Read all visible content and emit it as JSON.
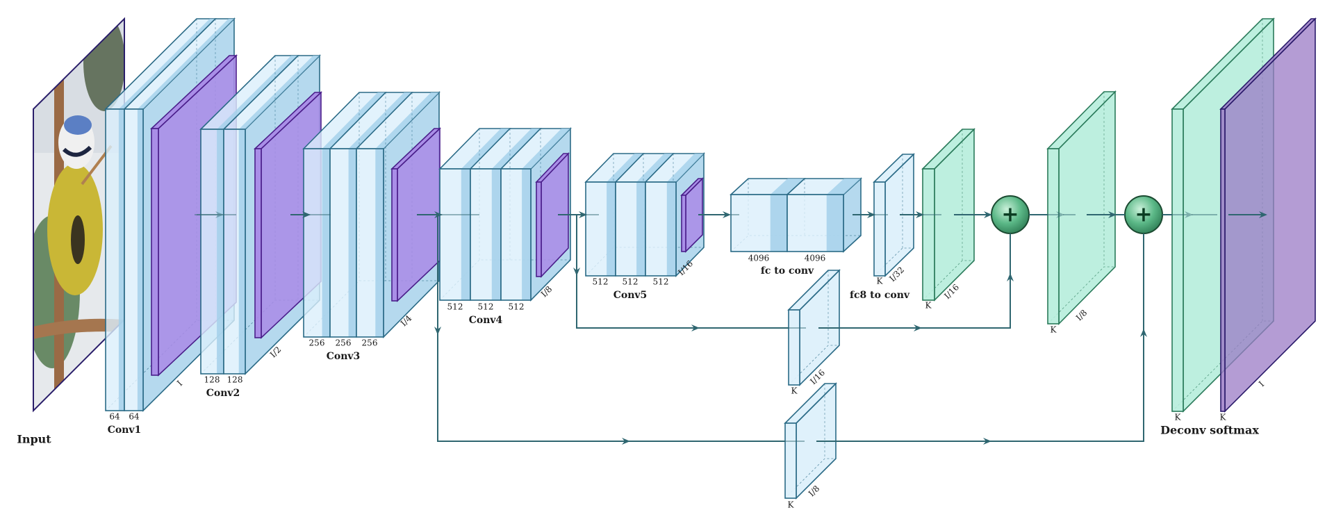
{
  "title": "FCN-8s style encoder-decoder architecture",
  "colors": {
    "block_fill_light": "#dbeffb",
    "block_fill_mid": "#b7dcef",
    "block_fill_dark": "#a3d0ea",
    "block_stroke": "#2a6a86",
    "pool_fill": "#a98ae6",
    "pool_stroke": "#4a1e8a",
    "score_fill": "#b2ecd9",
    "score_stroke": "#2a7a5a",
    "sum_fill": "#5bb887",
    "sum_stroke": "#1b4a31",
    "output_fill": "#9b7bc6",
    "output_stroke": "#2a1a6a",
    "arrow": "#2f6670"
  },
  "input": {
    "label": "Input",
    "image_subject": "blue tit bird perched on a branch"
  },
  "stages": [
    {
      "id": "conv1",
      "label": "Conv1",
      "channels": [
        "64",
        "64"
      ],
      "scale": "I"
    },
    {
      "id": "conv2",
      "label": "Conv2",
      "channels": [
        "128",
        "128"
      ],
      "scale": "I/2"
    },
    {
      "id": "conv3",
      "label": "Conv3",
      "channels": [
        "256",
        "256",
        "256"
      ],
      "scale": "I/4"
    },
    {
      "id": "conv4",
      "label": "Conv4",
      "channels": [
        "512",
        "512",
        "512"
      ],
      "scale": "I/8"
    },
    {
      "id": "conv5",
      "label": "Conv5",
      "channels": [
        "512",
        "512",
        "512"
      ],
      "scale": "I/16"
    },
    {
      "id": "fc",
      "label": "fc to conv",
      "channels": [
        "4096",
        "4096"
      ]
    },
    {
      "id": "fc8",
      "label": "fc8 to conv",
      "channels": [
        "K"
      ],
      "scale": "I/32"
    }
  ],
  "decoder": {
    "up1": {
      "channels": "K",
      "scale": "I/16"
    },
    "up2": {
      "channels": "K",
      "scale": "I/8"
    },
    "final": {
      "label": "Deconv softmax",
      "channels": [
        "K",
        "K"
      ],
      "scale": "I"
    },
    "sum_symbol": "+"
  },
  "skips": [
    {
      "from": "conv4",
      "channels": "K",
      "scale": "I/16"
    },
    {
      "from": "conv3",
      "channels": "K",
      "scale": "I/8"
    }
  ]
}
